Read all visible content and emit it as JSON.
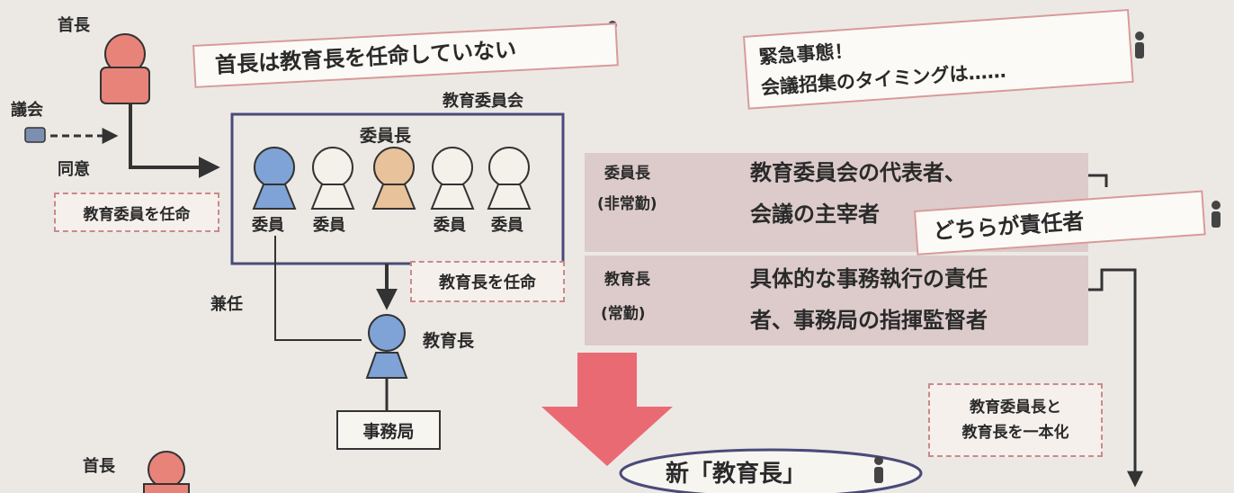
{
  "top": {
    "mayor_label": "首長",
    "assembly_label": "議会",
    "consent_label": "同意",
    "appoint_members": "教育委員を任命",
    "bubble_mayor": "首長は教育長を任命していない",
    "board_label": "教育委員会",
    "chair_label": "委員長",
    "member_labels": [
      "委員",
      "委員",
      "委員",
      "委員"
    ],
    "appoint_superintendent": "教育長を任命",
    "concurrent_label": "兼任",
    "superintendent_label": "教育長",
    "secretariat_label": "事務局"
  },
  "right": {
    "emergency_line1": "緊急事態！",
    "emergency_line2": "会議招集のタイミングは……",
    "chair_role_line1": "委員長",
    "chair_role_line2": "(非常勤)",
    "chair_desc_line1": "教育委員会の代表者、",
    "chair_desc_line2": "会議の主宰者",
    "who_responsible": "どちらが責任者",
    "sup_role_line1": "教育長",
    "sup_role_line2": "(常勤)",
    "sup_desc_line1": "具体的な事務執行の責任",
    "sup_desc_line2": "者、事務局の指揮監督者",
    "unify_line1": "教育委員長と",
    "unify_line2": "教育長を一本化"
  },
  "bottom": {
    "mayor_label": "首長",
    "new_superintendent": "新「教育長」"
  },
  "colors": {
    "mayor": "#e8837a",
    "member": "#f4f1ea",
    "chair": "#e8c29a",
    "superintendent": "#7fa3d6",
    "big_arrow": "#ea6a74",
    "line": "#333333"
  }
}
